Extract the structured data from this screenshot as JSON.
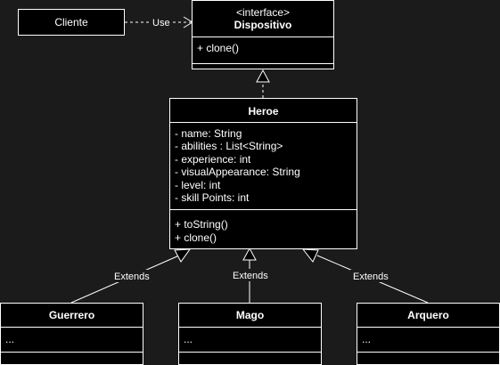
{
  "cliente": {
    "name": "Cliente"
  },
  "dispositivo": {
    "stereotype": "<interface>",
    "name": "Dispositivo",
    "methods": [
      "+ clone()"
    ]
  },
  "heroe": {
    "name": "Heroe",
    "attributes": [
      "- name: String",
      "- abilities : List<String>",
      "- experience: int",
      "- visualAppearance: String",
      "- level: int",
      "- skill Points: int"
    ],
    "methods": [
      "+ toString()",
      "+ clone()"
    ]
  },
  "subclasses": [
    {
      "name": "Guerrero",
      "body": "..."
    },
    {
      "name": "Mago",
      "body": "..."
    },
    {
      "name": "Arquero",
      "body": "..."
    }
  ],
  "edges": {
    "use_label": "Use",
    "extends_label": "Extends"
  },
  "colors": {
    "background": "#1b1b1b",
    "box_fill": "#000000",
    "stroke": "#ffffff"
  }
}
